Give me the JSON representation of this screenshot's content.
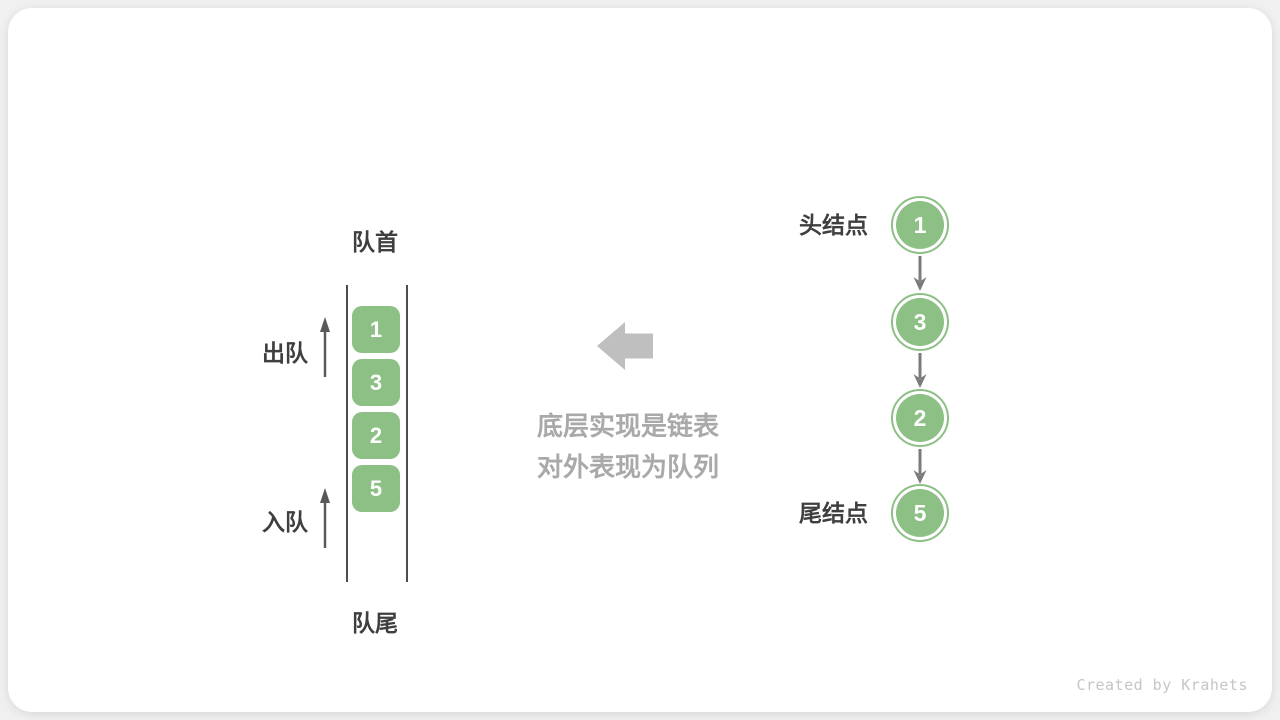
{
  "diagram": {
    "queue": {
      "front_label": "队首",
      "rear_label": "队尾",
      "dequeue_label": "出队",
      "enqueue_label": "入队",
      "items": [
        "1",
        "3",
        "2",
        "5"
      ]
    },
    "annotation": {
      "line1": "底层实现是链表",
      "line2": "对外表现为队列"
    },
    "linked_list": {
      "head_label": "头结点",
      "tail_label": "尾结点",
      "nodes": [
        "1",
        "3",
        "2",
        "5"
      ]
    },
    "footer": "Created by Krahets",
    "colors": {
      "node_green": "#8CC084",
      "label_dark": "#3F3F3F",
      "caption_gray": "#A9A9A9",
      "thin_arrow_gray": "#595959",
      "link_arrow_gray": "#7B7B7B",
      "block_arrow_gray": "#BFBFBF",
      "wall_gray": "#4D4D4D",
      "footer_gray": "#C6C6C6",
      "card_white": "#FFFFFF",
      "page_bg": "#F0F0F0"
    }
  }
}
